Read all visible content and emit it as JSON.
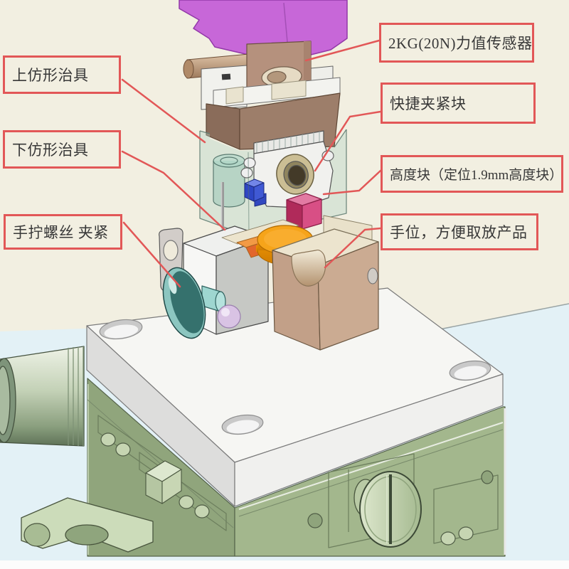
{
  "figure": {
    "type": "annotated-cad-assembly-diagram",
    "labels": {
      "sensor": "2KG(20N)力值传感器",
      "upper_jig": "上仿形治具",
      "quick_clamp": "快捷夹紧块",
      "lower_jig": "下仿形治具",
      "height_block": "高度块（定位1.9mm高度块）",
      "hand_screw": "手拧螺丝 夹紧",
      "hand_slot": "手位，方便取放产品"
    },
    "annotation_style": {
      "box_border_color": "#e25757",
      "leader_line_color": "#e25757",
      "text_color": "#383838"
    },
    "background": {
      "upper": "#f2efe1",
      "lower": "#e3f1f6",
      "bottom_strip": "#fcfcfc"
    },
    "components": [
      {
        "name": "machine-head",
        "color": "#c767d8"
      },
      {
        "name": "force-sensor-block",
        "color": "#b5917d"
      },
      {
        "name": "sensor-side-cylinder",
        "color": "#c9a183"
      },
      {
        "name": "upper-jig-block",
        "color": "#9d7e6a"
      },
      {
        "name": "transparent-housing",
        "color": "#bcd8cc"
      },
      {
        "name": "guide-bushing",
        "color": "#a9cfc0"
      },
      {
        "name": "quick-clamp-block",
        "color": "#f1f1ee"
      },
      {
        "name": "clamp-bushing",
        "color": "#cbbe94"
      },
      {
        "name": "blue-clamp-block",
        "color": "#2e46c4"
      },
      {
        "name": "height-block",
        "color": "#b02a5a"
      },
      {
        "name": "product-disc",
        "color": "#f6a41a"
      },
      {
        "name": "lower-jig-block",
        "color": "#f7f7f5"
      },
      {
        "name": "hand-slot-block",
        "color": "#c2a088"
      },
      {
        "name": "thumb-screw-knob",
        "color": "#3c7976"
      },
      {
        "name": "knob-ball",
        "color": "#d9c3e4"
      },
      {
        "name": "base-plate",
        "color": "#f6f6f3"
      },
      {
        "name": "xy-stage",
        "color": "#9cb086"
      },
      {
        "name": "stage-knob",
        "color": "#ccdabc"
      },
      {
        "name": "stage-micrometer",
        "color": "#c3d1b6"
      }
    ]
  }
}
